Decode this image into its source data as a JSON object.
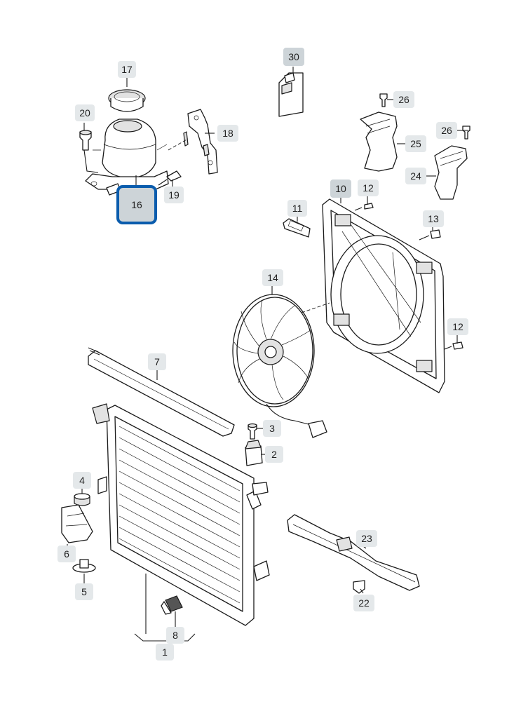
{
  "callouts": [
    {
      "id": "c17",
      "label": "17"
    },
    {
      "id": "c20",
      "label": "20"
    },
    {
      "id": "c16",
      "label": "16",
      "selected": true
    },
    {
      "id": "c18",
      "label": "18"
    },
    {
      "id": "c19",
      "label": "19"
    },
    {
      "id": "c30",
      "label": "30"
    },
    {
      "id": "c26a",
      "label": "26"
    },
    {
      "id": "c25",
      "label": "25"
    },
    {
      "id": "c26b",
      "label": "26"
    },
    {
      "id": "c24",
      "label": "24"
    },
    {
      "id": "c10",
      "label": "10"
    },
    {
      "id": "c12a",
      "label": "12"
    },
    {
      "id": "c11",
      "label": "11"
    },
    {
      "id": "c13",
      "label": "13"
    },
    {
      "id": "c14",
      "label": "14"
    },
    {
      "id": "c12b",
      "label": "12"
    },
    {
      "id": "c7",
      "label": "7"
    },
    {
      "id": "c3",
      "label": "3"
    },
    {
      "id": "c2",
      "label": "2"
    },
    {
      "id": "c4",
      "label": "4"
    },
    {
      "id": "c6",
      "label": "6"
    },
    {
      "id": "c5",
      "label": "5"
    },
    {
      "id": "c23",
      "label": "23"
    },
    {
      "id": "c22",
      "label": "22"
    },
    {
      "id": "c8",
      "label": "8"
    },
    {
      "id": "c1",
      "label": "1"
    }
  ],
  "colors": {
    "selected_border": "#0a5cad",
    "callout_fill": "#e4e8ea",
    "line": "#1a1a1a"
  }
}
